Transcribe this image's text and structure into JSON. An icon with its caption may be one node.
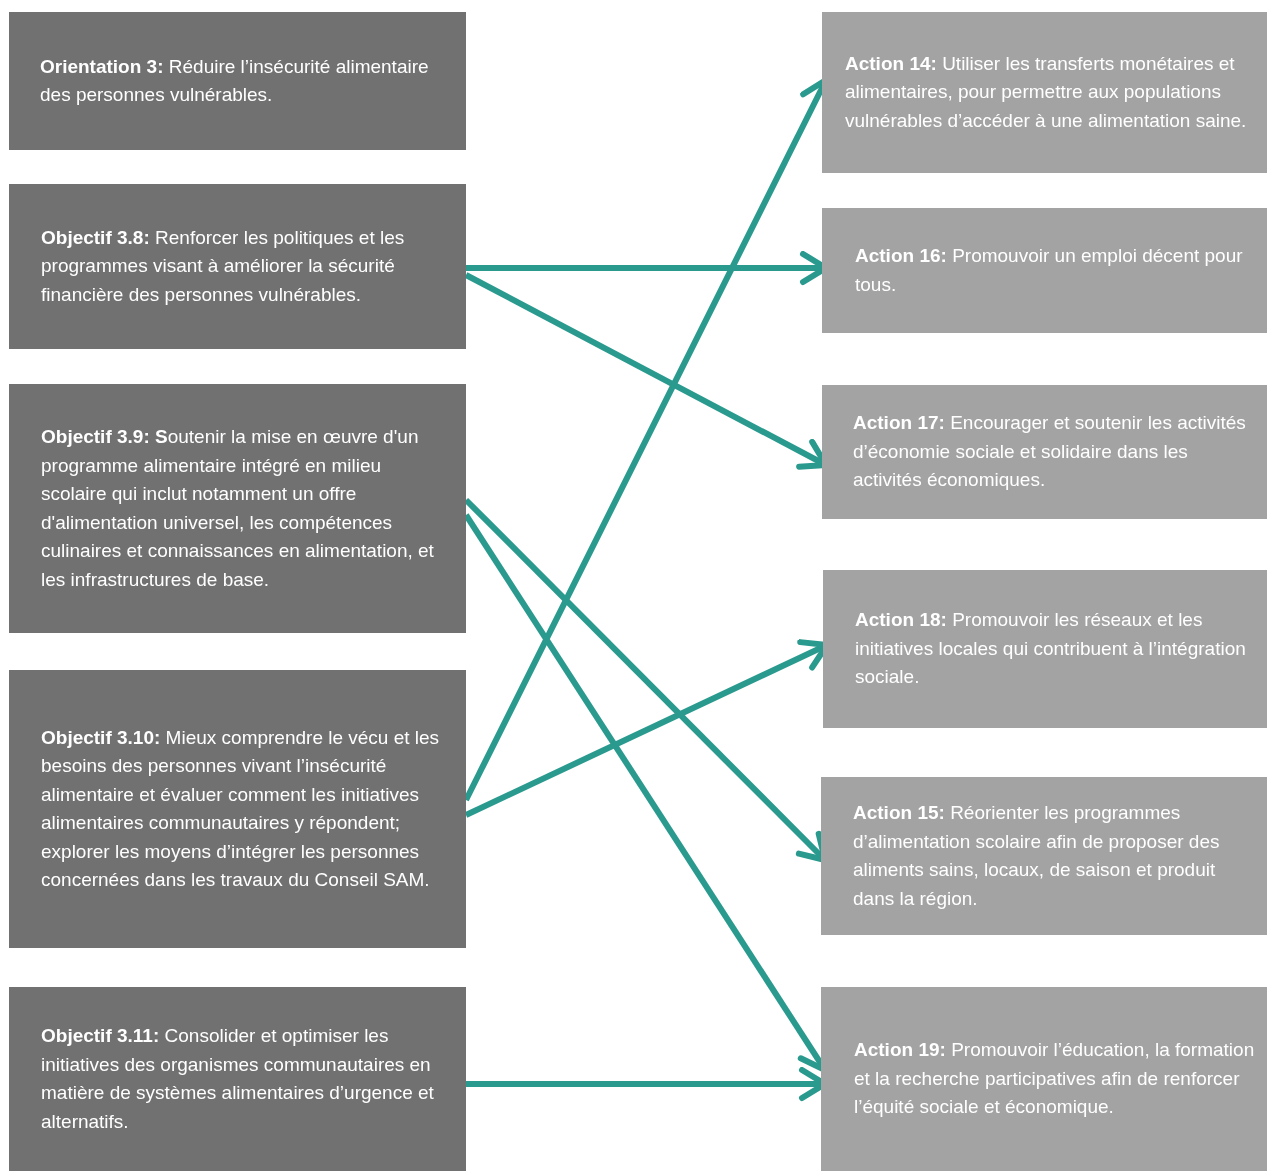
{
  "diagram": {
    "nodes": [
      {
        "text": [
          "**Orientation 3:** Réduire l’insécurité alimentaire des personnes vulnérables."
        ]
      },
      {
        "text": [
          "**Objectif 3.8:** Renforcer les politiques et les programmes visant à améliorer la sécurité financière des personnes vulnérables."
        ]
      },
      {
        "text": [
          "**Objectif 3.9: S**outenir la mise en œuvre d'un programme alimentaire intégré en milieu scolaire qui inclut notamment un offre d'alimentation universel, les compétences culinaires et connaissances en alimentation, et les infrastructures de base."
        ]
      },
      {
        "text": [
          "**Objectif 3.10:** Mieux comprendre le vécu et les besoins des personnes vivant l’insécurité alimentaire et évaluer comment les initiatives alimentaires communautaires y répondent; explorer les moyens d’intégrer les personnes concernées dans les travaux du Conseil SAM."
        ]
      },
      {
        "text": [
          "**Objectif 3.11:** Consolider et optimiser les initiatives des organismes communautaires en matière de systèmes alimentaires d’urgence et alternatifs."
        ]
      },
      {
        "text": [
          "**Action 14:** Utiliser les transferts monétaires et alimentaires, pour permettre aux populations vulnérables d’accéder à une alimentation saine."
        ]
      },
      {
        "text": [
          "**Action 16:** Promouvoir un emploi décent pour tous."
        ]
      },
      {
        "text": [
          "**Action 17:** Encourager et soutenir les activités d’économie sociale et solidaire dans les activités économiques."
        ]
      },
      {
        "text": [
          "**Action 18:** Promouvoir les réseaux et les initiatives locales qui contribuent à l’intégration sociale."
        ]
      },
      {
        "text": [
          "**Action 15:** Réorienter les programmes d’alimentation scolaire afin de proposer des aliments sains, locaux, de saison et produit dans la région."
        ]
      },
      {
        "text": [
          "**Action 19:** Promouvoir l’éducation, la formation et la recherche participatives afin de renforcer l’équité sociale et économique."
        ]
      }
    ],
    "edges": [
      {
        "from": 1,
        "to": 6,
        "arrow": "to"
      },
      {
        "from": 1,
        "to": 7,
        "arrow": "to"
      },
      {
        "from": 2,
        "to": 9,
        "arrow": "to"
      },
      {
        "from": 2,
        "to": 10,
        "arrow": "to"
      },
      {
        "from": 3,
        "to": 5,
        "arrow": "to"
      },
      {
        "from": 3,
        "to": 8,
        "arrow": "to"
      },
      {
        "from": 4,
        "to": 10,
        "arrow": "to"
      }
    ]
  }
}
